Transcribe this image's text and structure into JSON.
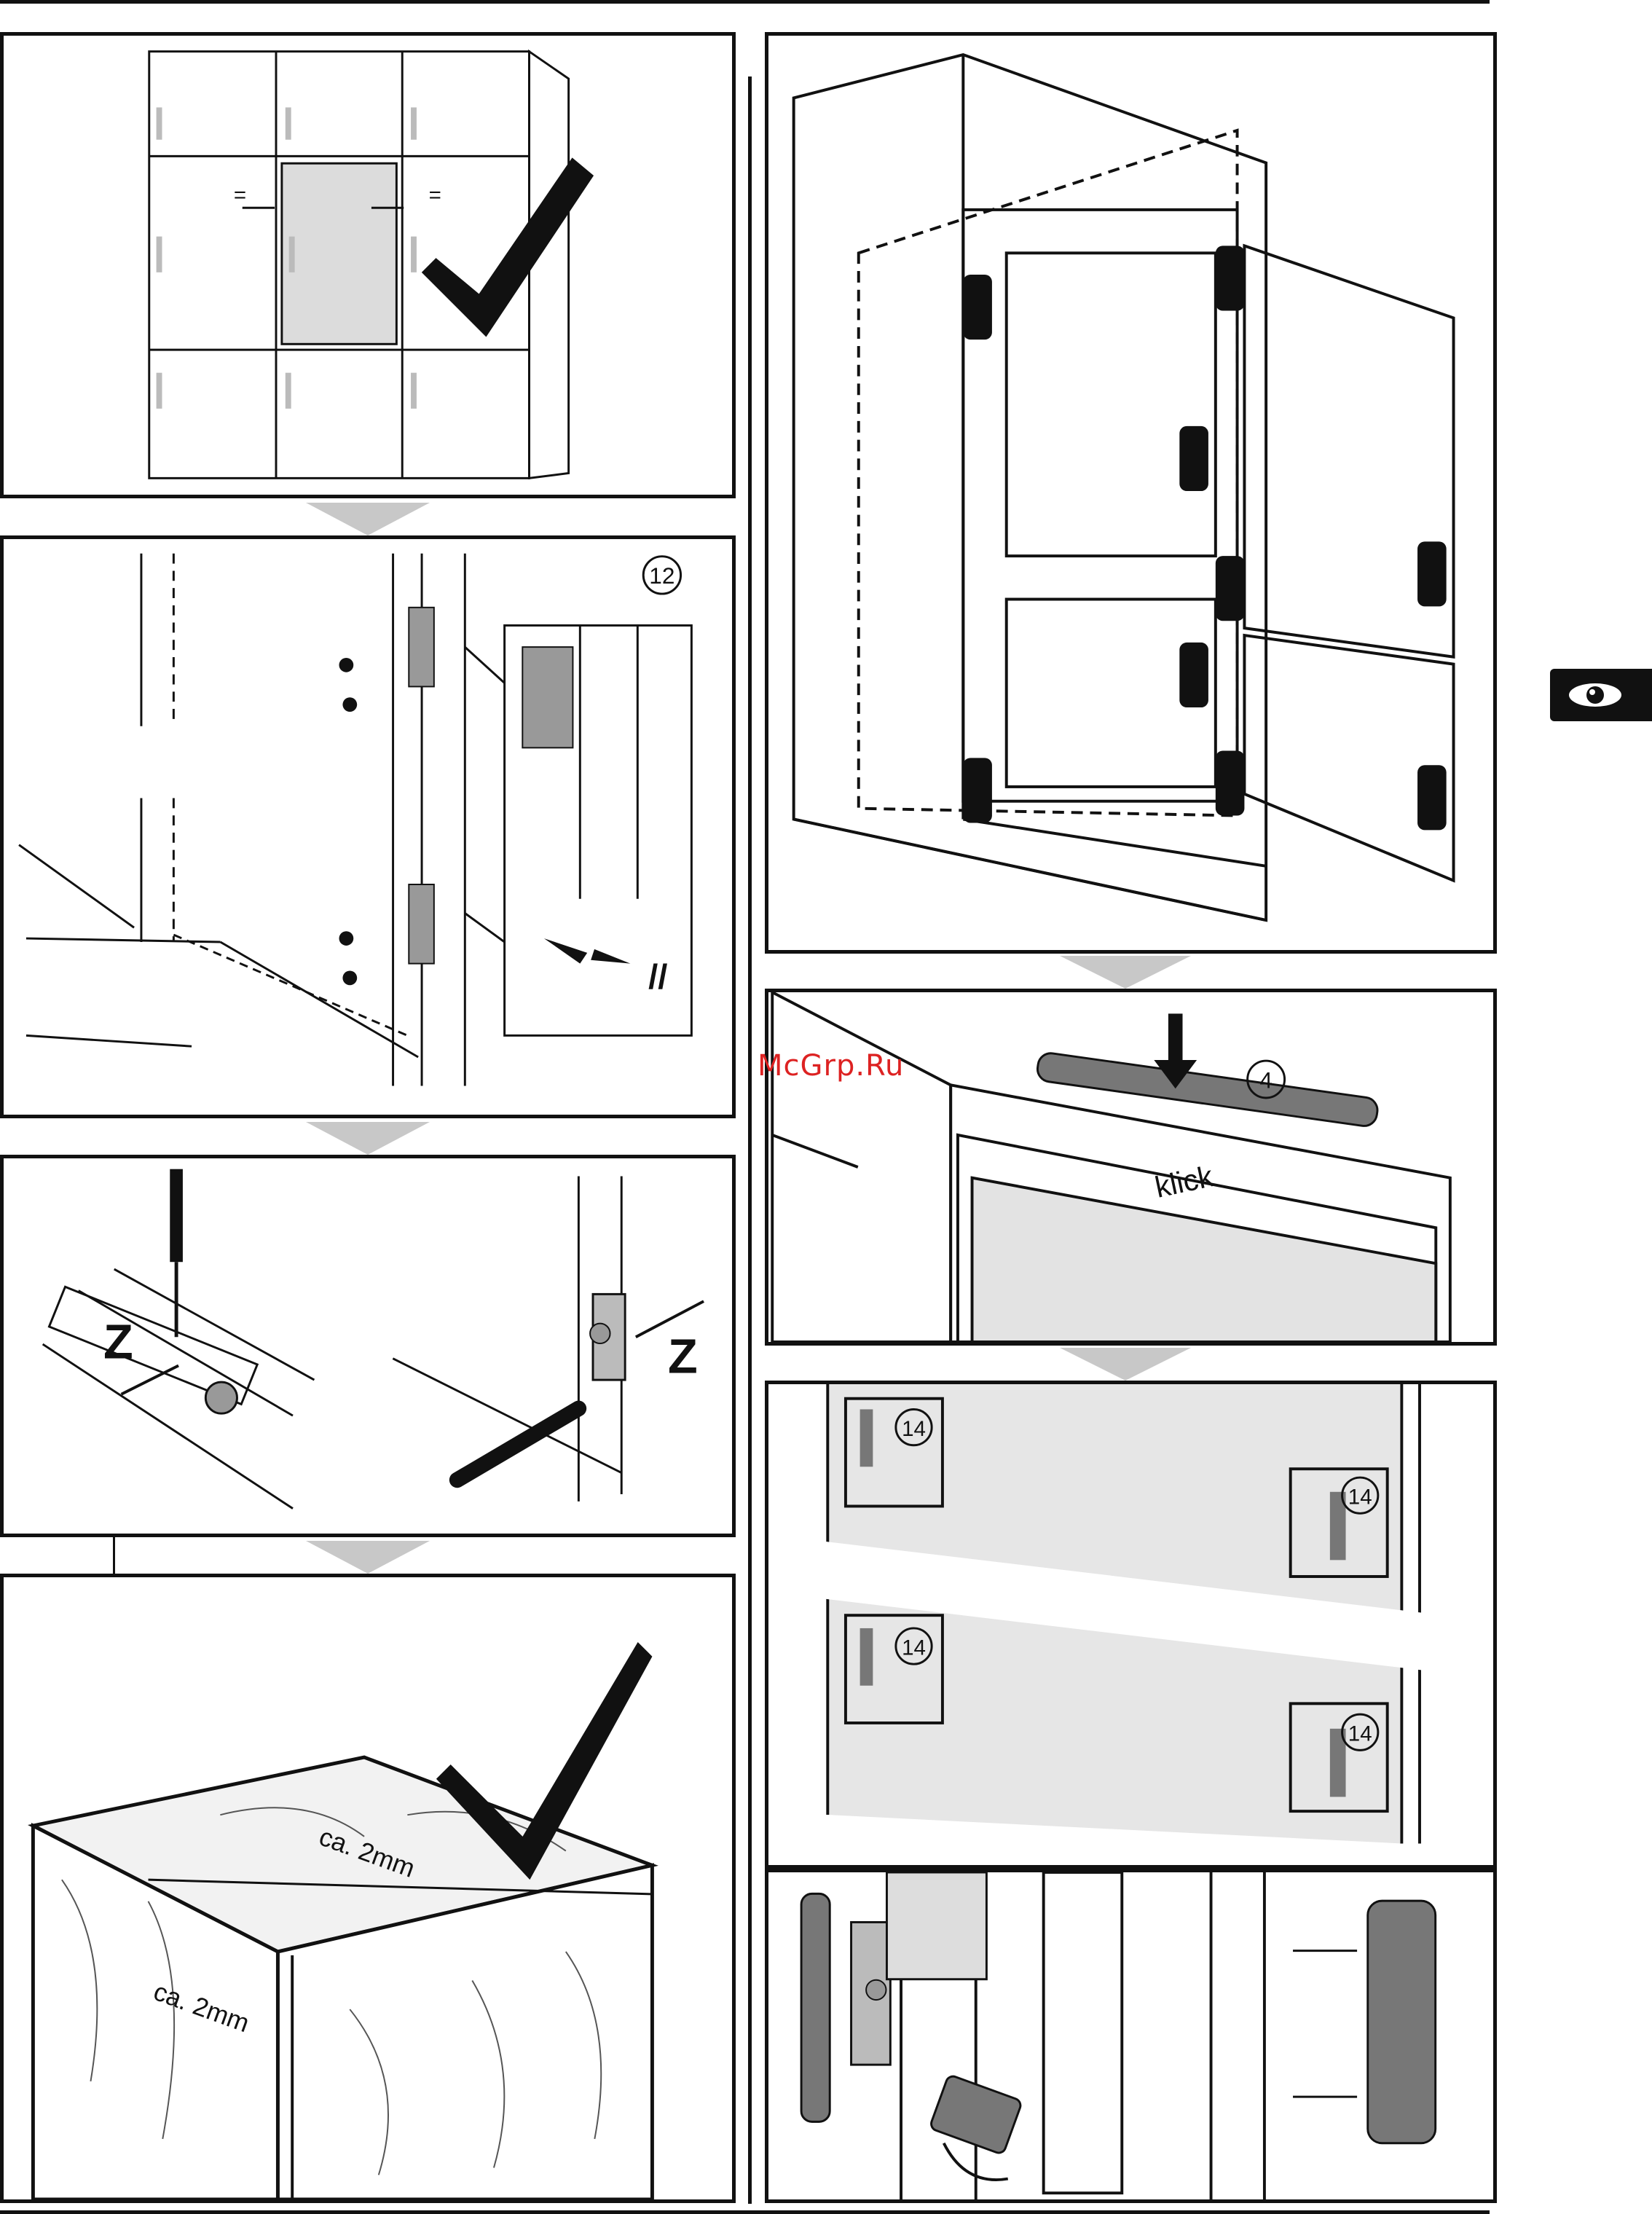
{
  "watermark": "McGrp.Ru",
  "steps": {
    "hinge_adjust_ref": "12",
    "z_label_left": "Z",
    "z_label_right": "Z",
    "gap_top": "ca. 2mm",
    "gap_side": "ca. 2mm",
    "cover_ref": "4",
    "klick": "klick",
    "clip_ref_1": "14",
    "clip_ref_2": "14",
    "clip_ref_3": "14",
    "clip_ref_4": "14"
  },
  "icons": {
    "equal_left": "=",
    "equal_right": "=",
    "parallel_mark": "//"
  },
  "colors": {
    "line": "#111111",
    "panel_fill": "#e6e6e6",
    "cover_fill": "#777777",
    "arrow_gray": "#c8c8c8"
  }
}
